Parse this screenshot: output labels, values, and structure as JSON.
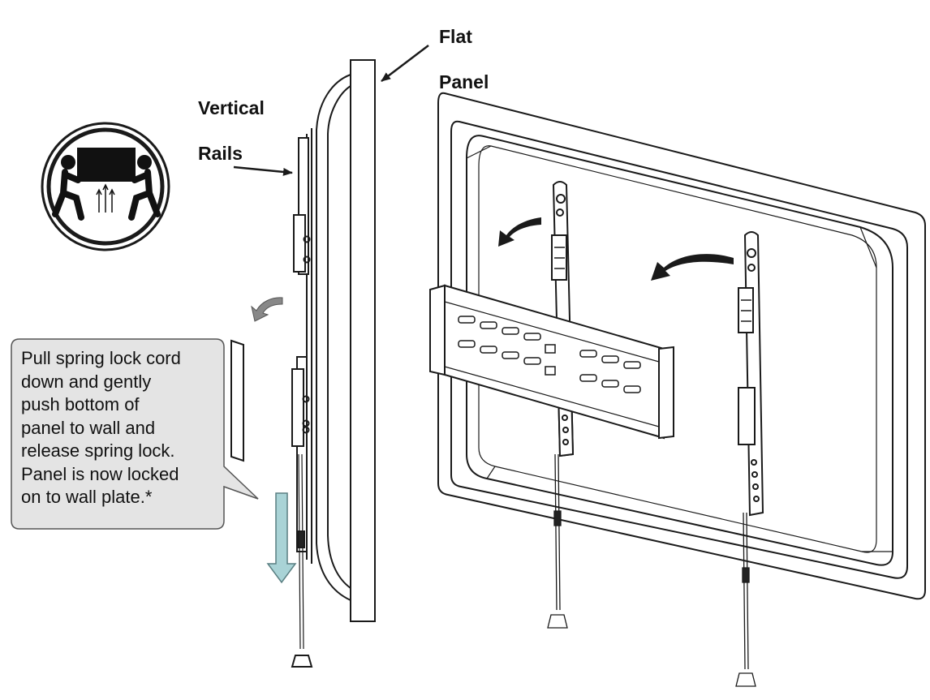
{
  "labels": {
    "flat_panel_line1": "Flat",
    "flat_panel_line2": "Panel",
    "vertical_rails_line1": "Vertical",
    "vertical_rails_line2": "Rails"
  },
  "callout": {
    "lines": [
      "Pull spring lock cord",
      "down and gently",
      "push bottom of",
      "panel to wall and",
      "release spring lock.",
      "Panel is now locked",
      "on to wall plate.*"
    ]
  },
  "icons": {
    "two_person_lift": "two-person-lift-icon",
    "pull_down_arrow": "down-arrow-icon"
  },
  "colors": {
    "line": "#1a1a1a",
    "callout_fill": "#e4e4e4",
    "arrow_fill": "#a9d3d6",
    "arrow_stroke": "#5a7f82",
    "tilt_arrow": "#777777"
  }
}
